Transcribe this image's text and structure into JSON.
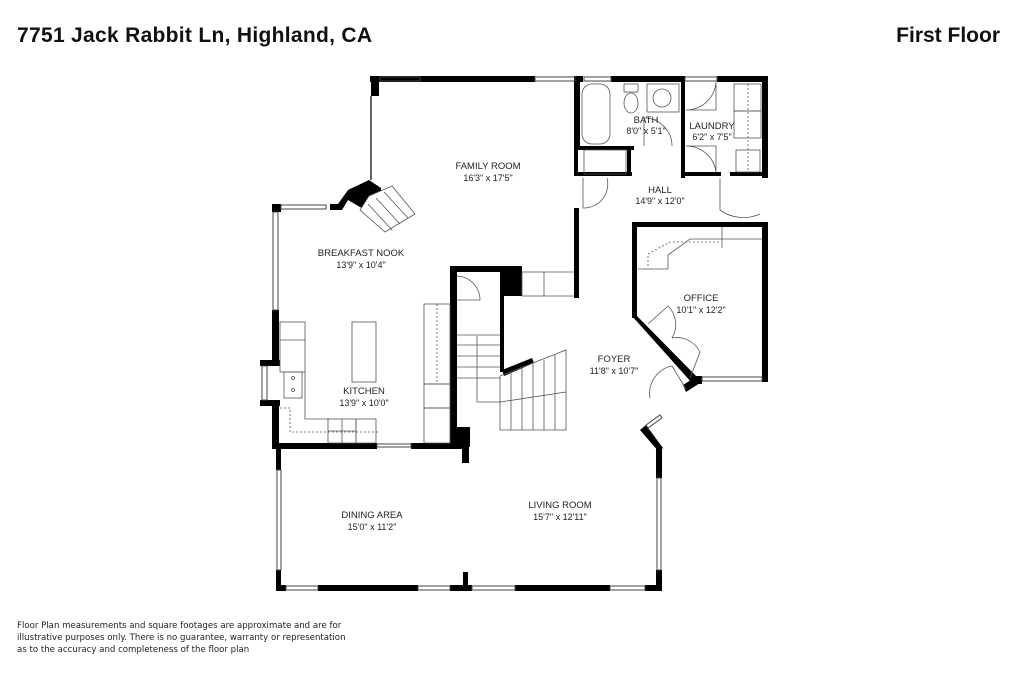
{
  "header": {
    "address": "7751 Jack Rabbit Ln, Highland, CA",
    "floor": "First Floor"
  },
  "rooms": [
    {
      "name": "FAMILY ROOM",
      "dimensions": "16'3\" x 17'5\""
    },
    {
      "name": "BATH",
      "dimensions": "8'0\" x 5'1\""
    },
    {
      "name": "LAUNDRY",
      "dimensions": "6'2\" x 7'5\""
    },
    {
      "name": "HALL",
      "dimensions": "14'9\" x 12'0\""
    },
    {
      "name": "BREAKFAST NOOK",
      "dimensions": "13'9\" x 10'4\""
    },
    {
      "name": "OFFICE",
      "dimensions": "10'1\" x 12'2\""
    },
    {
      "name": "FOYER",
      "dimensions": "11'8\" x 10'7\""
    },
    {
      "name": "KITCHEN",
      "dimensions": "13'9\" x 10'0\""
    },
    {
      "name": "DINING AREA",
      "dimensions": "15'0\" x 11'2\""
    },
    {
      "name": "LIVING ROOM",
      "dimensions": "15'7\" x 12'11\""
    }
  ],
  "footer": {
    "disclaimer": "Floor Plan measurements and square footages are approximate and are for illustrative purposes only. There is no guarantee, warranty or representation as to the accuracy and completeness of the floor plan"
  },
  "colors": {
    "wall": "#000000",
    "line": "#555555",
    "background": "#ffffff"
  }
}
